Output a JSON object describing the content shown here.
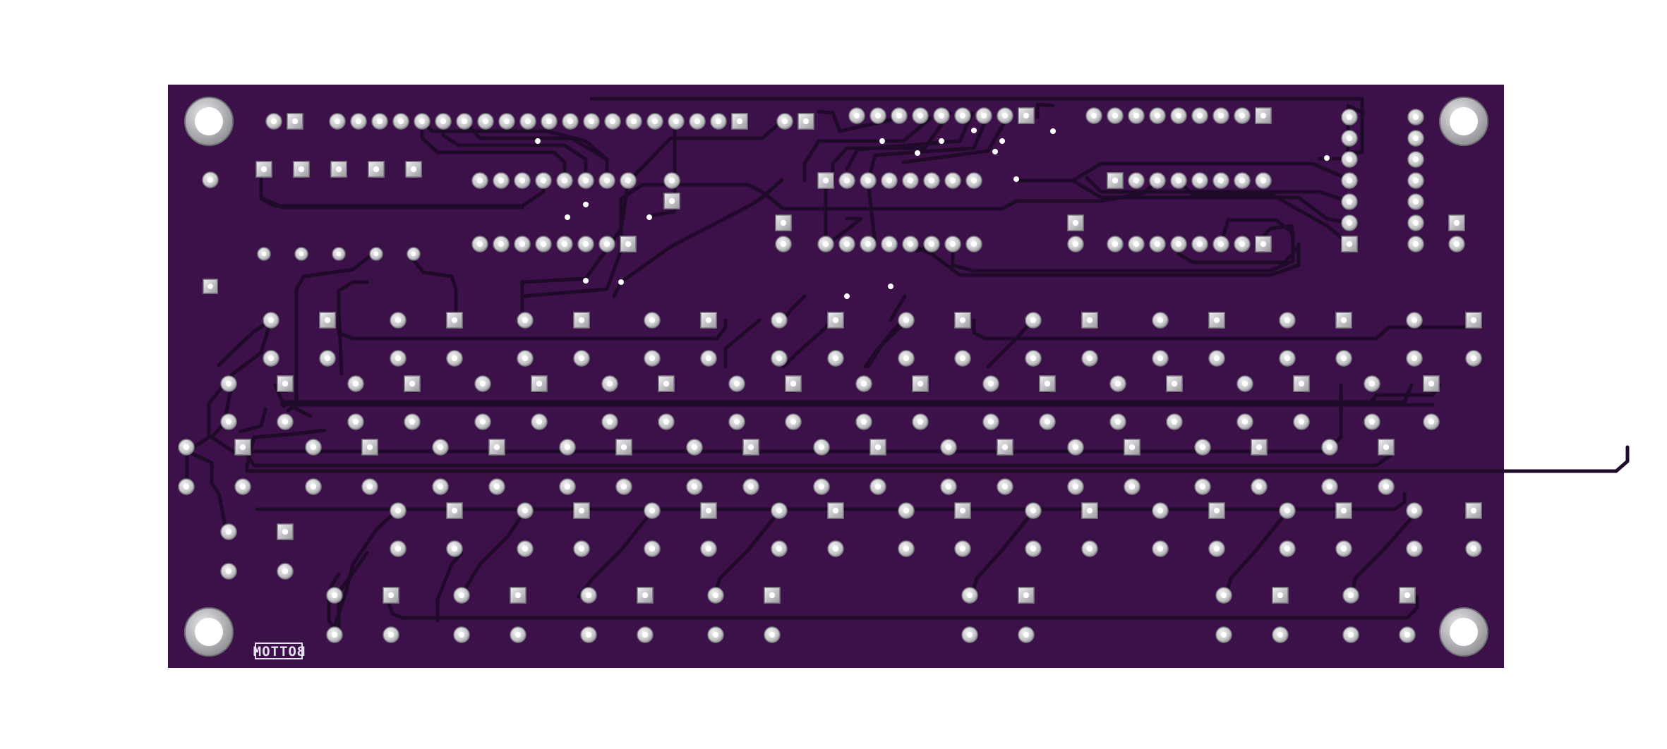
{
  "board": {
    "name": "printed-circuit-board-bottom-side",
    "side": "bottom",
    "silkscreen_label": "BOTTOM",
    "colors": {
      "background": "#ffffff",
      "substrate": "#3c1048",
      "trace": "#1f0a29",
      "trace_highlight": "#5a2a6a",
      "pad": "#c9c9cc",
      "pad_edge": "#7a7a80",
      "drill": "#ffffff",
      "mounting_hole_ring": "#b4b4b8",
      "silkscreen": "#e6e0f0"
    }
  }
}
